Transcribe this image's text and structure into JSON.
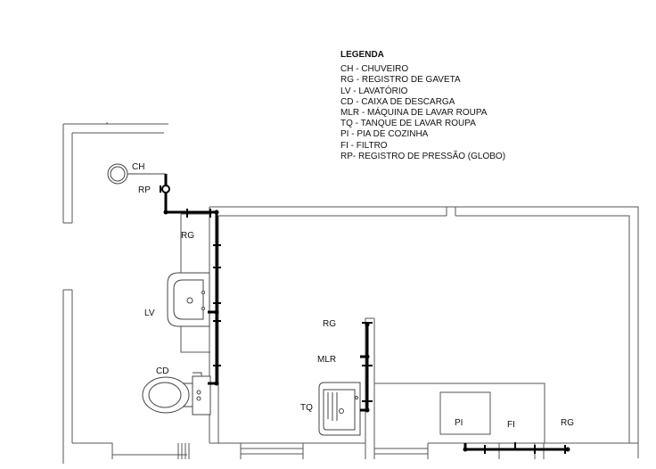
{
  "legend": {
    "title": "LEGENDA",
    "items": [
      "CH - CHUVEIRO",
      "RG - REGISTRO DE GAVETA",
      "LV - LAVATÓRIO",
      "CD - CAIXA DE DESCARGA",
      "MLR - MÁQUINA DE LAVAR ROUPA",
      "TQ - TANQUE DE LAVAR ROUPA",
      "PI - PIA DE COZINHA",
      "FI - FILTRO",
      "RP- REGISTRO DE PRESSÃO (GLOBO)"
    ]
  },
  "labels": {
    "ch": "CH",
    "rp": "RP",
    "rg_bath": "RG",
    "lv": "LV",
    "cd": "CD",
    "rg_laundry": "RG",
    "mlr": "MLR",
    "tq": "TQ",
    "pi": "PI",
    "fi": "FI",
    "rg_kitchen": "RG"
  }
}
